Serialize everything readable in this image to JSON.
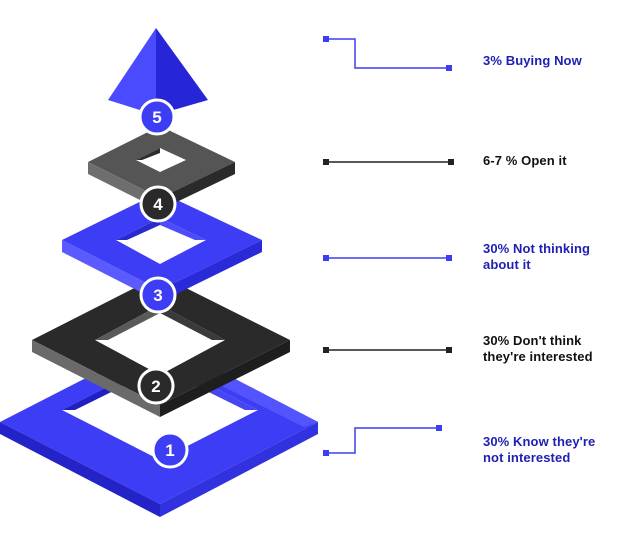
{
  "colors": {
    "blue": "#3D3DF5",
    "dark_text_blue": "#1E1EB4",
    "black_text": "#111111",
    "gray_tier": "#6A6A6A",
    "dark_tier": "#2A2A2A"
  },
  "levels": [
    {
      "number": "1",
      "line1": "30% Know they're",
      "line2": "not interested",
      "tier_color": "blue"
    },
    {
      "number": "2",
      "line1": "30% Don't think",
      "line2": "they're interested",
      "tier_color": "dark"
    },
    {
      "number": "3",
      "line1": "30% Not thinking",
      "line2": "about it",
      "tier_color": "blue"
    },
    {
      "number": "4",
      "line1": "6-7 % Open it",
      "line2": "",
      "tier_color": "gray"
    },
    {
      "number": "5",
      "line1": "3% Buying Now",
      "line2": "",
      "tier_color": "blue"
    }
  ]
}
